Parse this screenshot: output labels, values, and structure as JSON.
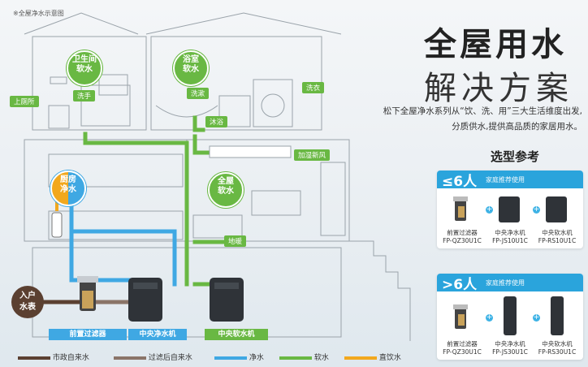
{
  "note": "※全屋净水示意图",
  "title_line1": "全屋用水",
  "title_line2": "解决方案",
  "desc_line1": "松下全屋净水系列从“饮、洗、用”三大生活维度出发,",
  "desc_line2": "分质供水,提供高品质的家居用水。",
  "select_title": "选型参考",
  "group_small": {
    "count": "≤6人",
    "sub": "家庭推荐使用",
    "products": [
      {
        "name": "前置过滤器",
        "model": "FP-QZ30U1C"
      },
      {
        "name": "中央净水机",
        "model": "FP-JS10U1C"
      },
      {
        "name": "中央软水机",
        "model": "FP-RS10U1C"
      }
    ]
  },
  "group_large": {
    "count": ">6人",
    "sub": "家庭推荐使用",
    "products": [
      {
        "name": "前置过滤器",
        "model": "FP-QZ30U1C"
      },
      {
        "name": "中央净水机",
        "model": "FP-JS30U1C"
      },
      {
        "name": "中央软水机",
        "model": "FP-RS30U1C"
      }
    ]
  },
  "bubbles": {
    "bathroom": "卫生间\n软水",
    "shower_room": "浴室\n软水",
    "kitchen": "厨房\n净水",
    "whole_house": "全屋\n软水"
  },
  "tags": {
    "toilet": "上厕所",
    "wash_hands": "洗手",
    "wash_face": "洗漱",
    "bath": "沐浴",
    "laundry": "洗衣",
    "humidify": "加湿新风",
    "floor_heat": "地暖"
  },
  "inlet": "入户\n水表",
  "device_labels": {
    "pre_filter": "前置过滤器",
    "purifier": "中央净水机",
    "softener": "中央软水机"
  },
  "legend": [
    {
      "label": "市政自来水",
      "color": "#5b4031"
    },
    {
      "label": "过滤后自来水",
      "color": "#8a7468"
    },
    {
      "label": "净水",
      "color": "#3fa8e3"
    },
    {
      "label": "软水",
      "color": "#69b843"
    },
    {
      "label": "直饮水",
      "color": "#f2a81d"
    }
  ]
}
